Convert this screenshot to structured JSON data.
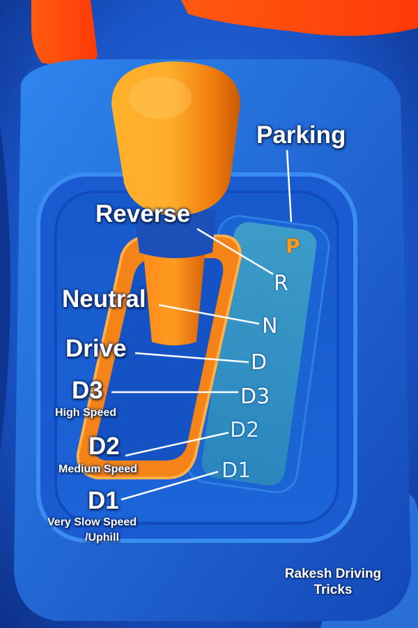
{
  "labels": {
    "parking": "Parking",
    "reverse": "Reverse",
    "neutral": "Neutral",
    "drive": "Drive",
    "d3": "D3",
    "d3_desc": "High Speed",
    "d2": "D2",
    "d2_desc": "Medium Speed",
    "d1": "D1",
    "d1_desc_line1": "Very Slow Speed",
    "d1_desc_line2": "/Uphill"
  },
  "gate_positions": {
    "p": "P",
    "r": "R",
    "n": "N",
    "d": "D",
    "d3": "D3",
    "d2": "D2",
    "d1": "D1"
  },
  "credit": {
    "line1": "Rakesh Driving",
    "line2": "Tricks"
  },
  "colors": {
    "console_blue": "#1a55c8",
    "knob_orange": "#ff9a1a",
    "accent_red_orange": "#ff4a10",
    "gate_panel_teal": "#3d9cc9",
    "label_white": "#ffffff"
  }
}
